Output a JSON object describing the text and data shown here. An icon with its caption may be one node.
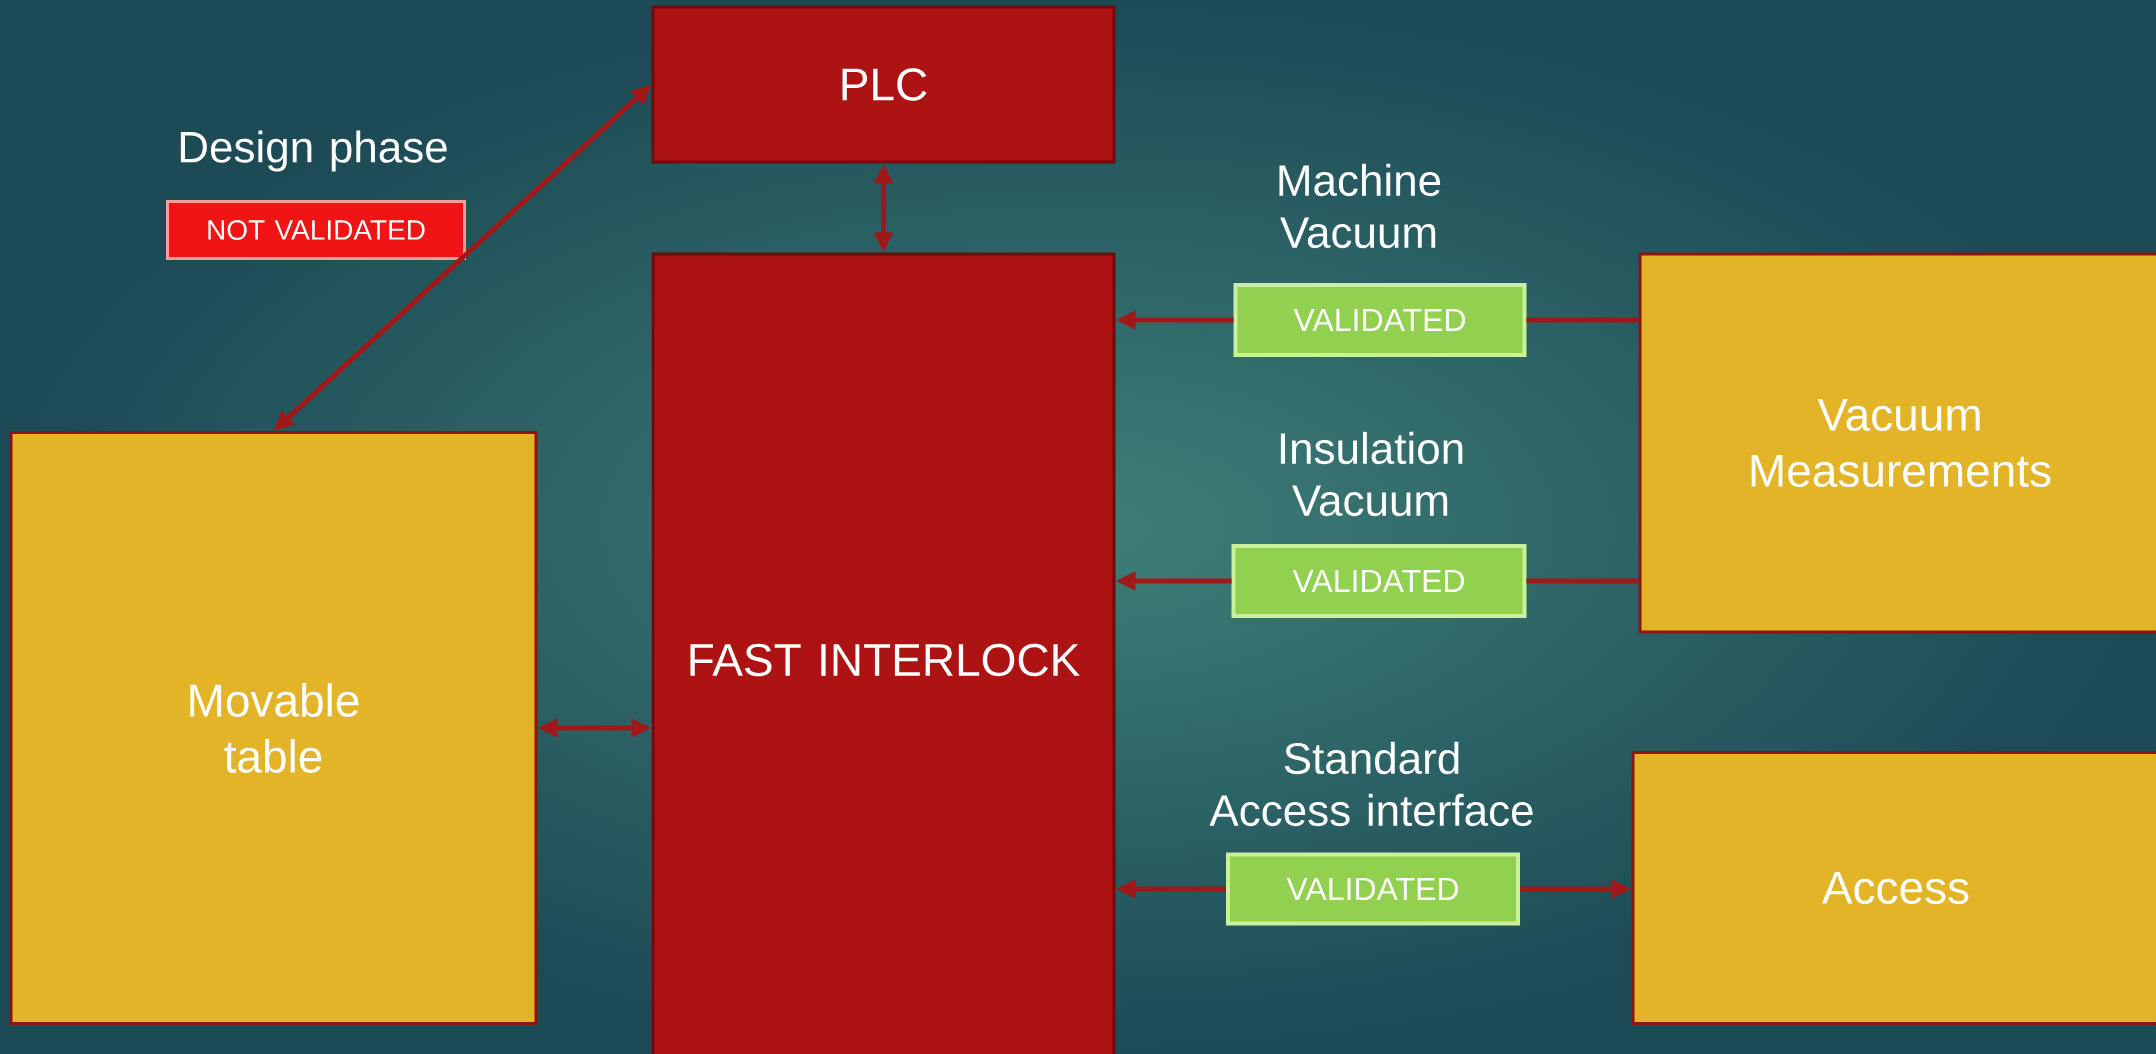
{
  "diagram": {
    "nodes": [
      {
        "text": [
          "PLC"
        ]
      },
      {
        "text": [
          "FAST INTERLOCK"
        ]
      },
      {
        "text": [
          "Movable table"
        ]
      },
      {
        "text": [
          "Vacuum Measurements"
        ]
      },
      {
        "text": [
          "Access"
        ]
      },
      {
        "text": [
          "NOT VALIDATED"
        ],
        "beside": [
          "Design phase"
        ]
      },
      {
        "text": [
          "VALIDATED"
        ],
        "beside": [
          "Machine Vacuum"
        ]
      },
      {
        "text": [
          "VALIDATED"
        ],
        "beside": [
          "Insulation Vacuum"
        ]
      },
      {
        "text": [
          "VALIDATED"
        ],
        "beside": [
          "Standard Access interface"
        ]
      }
    ],
    "edges": [
      {
        "from": 0,
        "to": 2,
        "arrow": "both"
      },
      {
        "from": 0,
        "to": 1,
        "arrow": "both"
      },
      {
        "from": 2,
        "to": 1,
        "arrow": "both"
      },
      {
        "from": 3,
        "to": 6,
        "arrow": "none"
      },
      {
        "from": 6,
        "to": 1,
        "arrow": "to"
      },
      {
        "from": 3,
        "to": 7,
        "arrow": "none"
      },
      {
        "from": 7,
        "to": 1,
        "arrow": "to"
      },
      {
        "from": 8,
        "to": 1,
        "arrow": "to"
      },
      {
        "from": 8,
        "to": 4,
        "arrow": "to"
      }
    ]
  }
}
